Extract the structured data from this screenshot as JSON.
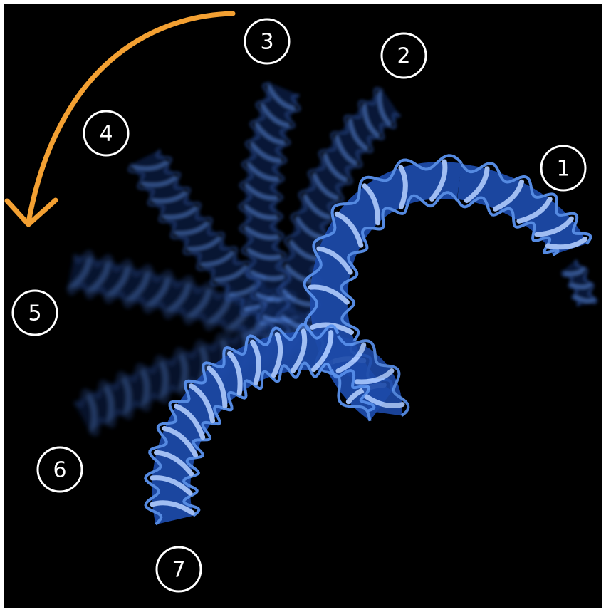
{
  "scene": {
    "background": "#000000",
    "arrow_color": "#f3a032",
    "helix_color": "#4a86e8",
    "markers": [
      {
        "label": "1"
      },
      {
        "label": "2"
      },
      {
        "label": "3"
      },
      {
        "label": "4"
      },
      {
        "label": "5"
      },
      {
        "label": "6"
      },
      {
        "label": "7"
      }
    ],
    "arrow_icon": "curved-arrow-counterclockwise",
    "marker_icon": "circled-number"
  }
}
